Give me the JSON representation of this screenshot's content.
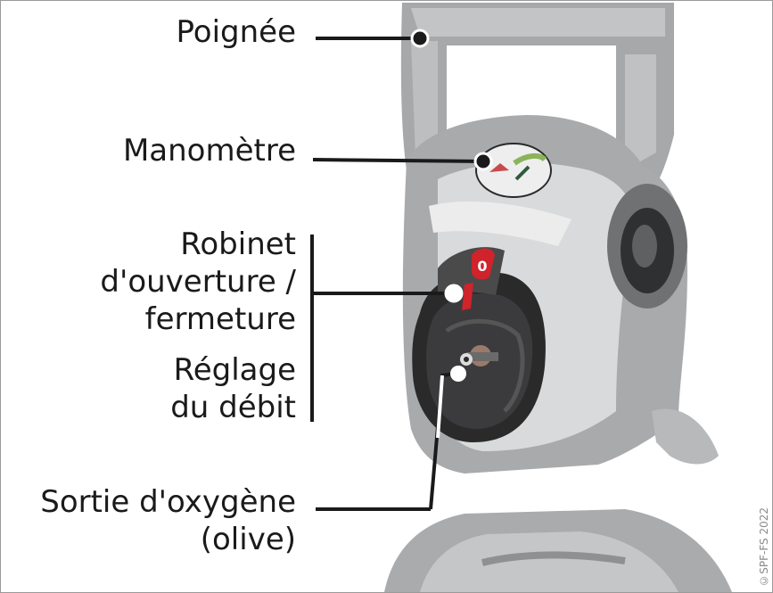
{
  "labels": {
    "handle": "Poignée",
    "gauge": "Manomètre",
    "valve_line1": "Robinet",
    "valve_line2": "d'ouverture /",
    "valve_line3": "fermeture",
    "flow_line1": "Réglage",
    "flow_line2": "du débit",
    "outlet_line1": "Sortie d'oxygène",
    "outlet_line2": "(olive)"
  },
  "copyright": "©SPF-FS 2022",
  "colors": {
    "valve_red": "#d0232b",
    "body_grey": "#a6a8aa",
    "dark_body": "#2b2b2b",
    "leader_line": "#1a1a1a"
  }
}
